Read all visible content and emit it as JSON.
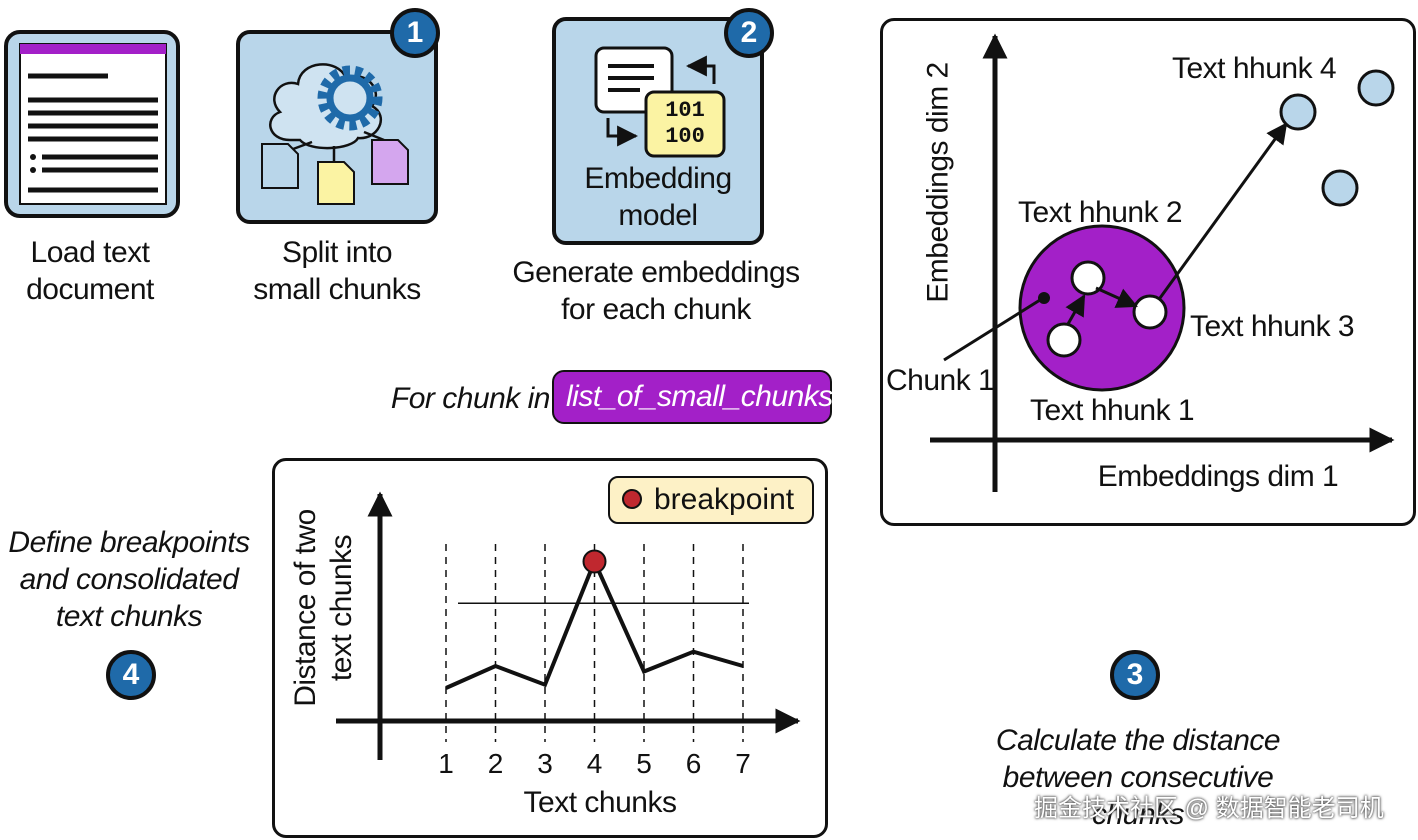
{
  "steps": {
    "load": "Load text\ndocument",
    "split": "Split into\nsmall chunks",
    "generate": "Generate embeddings\nfor each chunk",
    "calculate": "Calculate the distance\nbetween consecutive\nchunks",
    "define": "Define breakpoints\nand consolidated\ntext chunks"
  },
  "badges": {
    "one": "1",
    "two": "2",
    "three": "3",
    "four": "4"
  },
  "embedding_model": {
    "label": "Embedding\nmodel",
    "code_line1": "101",
    "code_line2": "100"
  },
  "loop": {
    "prefix": "For chunk in",
    "variable": "list_of_small_chunks"
  },
  "embedding_plot": {
    "x_axis": "Embeddings dim 1",
    "y_axis": "Embeddings dim 2",
    "labels": {
      "chunk1": "Chunk 1",
      "text_chunk_1": "Text hhunk 1",
      "text_chunk_2": "Text hhunk 2",
      "text_chunk_3": "Text hhunk 3",
      "text_chunk_4": "Text hhunk 4"
    }
  },
  "chart_data": {
    "type": "line",
    "x": [
      1,
      2,
      3,
      4,
      5,
      6,
      7
    ],
    "values": [
      0.3,
      0.5,
      0.33,
      1.45,
      0.45,
      0.63,
      0.5
    ],
    "threshold": 1.07,
    "breakpoint_index": 4,
    "xlabel": "Text chunks",
    "ylabel": "Distance of two\ntext chunks",
    "legend": "breakpoint",
    "grid": "vertical dashed lines at each x",
    "ylim": [
      0,
      2
    ]
  },
  "watermark": "掘金技术社区 @ 数据智能老司机",
  "colors": {
    "blue_fill": "#b9d6ea",
    "badge_blue": "#1f6aa9",
    "purple": "#a320c8",
    "breakpoint_red": "#c0282f",
    "legend_fill": "#fdf1c6",
    "doc_yellow": "#fbf3a3",
    "doc_violet": "#d4a6ee"
  }
}
